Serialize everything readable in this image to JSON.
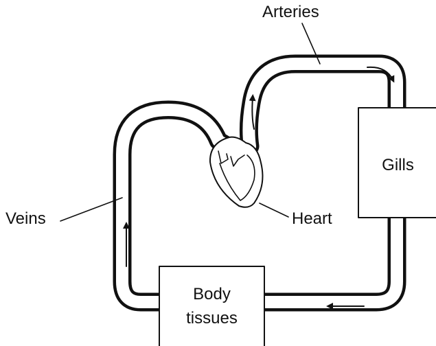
{
  "labels": {
    "arteries": "Arteries",
    "veins": "Veins",
    "heart": "Heart"
  },
  "boxes": {
    "gills": "Gills",
    "body_tissues_line1": "Body",
    "body_tissues_line2": "tissues"
  },
  "colors": {
    "line": "#111111",
    "background": "#ffffff"
  }
}
